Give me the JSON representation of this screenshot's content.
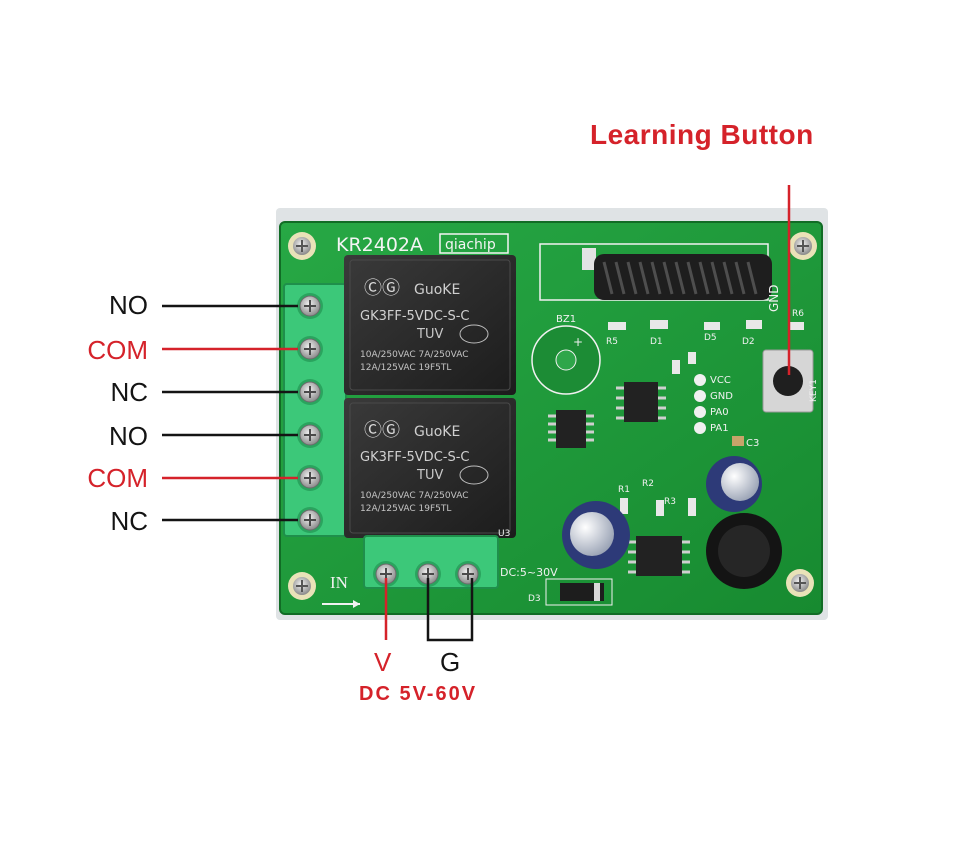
{
  "annotations": {
    "learning_button": "Learning Button",
    "terminals": [
      {
        "text": "NO",
        "color": "#141414"
      },
      {
        "text": "COM",
        "color": "#d5222a"
      },
      {
        "text": "NC",
        "color": "#141414"
      },
      {
        "text": "NO",
        "color": "#141414"
      },
      {
        "text": "COM",
        "color": "#d5222a"
      },
      {
        "text": "NC",
        "color": "#141414"
      }
    ],
    "power_v": "V",
    "power_g": "G",
    "power_range": "DC 5V-60V"
  },
  "board": {
    "model": "KR2402A",
    "brand": "qiachip",
    "in_label": "IN",
    "dc_label": "DC:5~30V",
    "pin_labels": [
      "VCC",
      "GND",
      "PA0",
      "PA1"
    ],
    "gnd_label": "GND",
    "key_label": "KEY1",
    "buzzer_label": "BZ1",
    "diode_label": "D3",
    "cap_label": "C3",
    "component_labels": [
      "R5",
      "D1",
      "R6",
      "D2",
      "R1",
      "R2",
      "R3",
      "D5",
      "U3"
    ]
  },
  "relays": [
    {
      "brand": "GuoKE",
      "model": "GK3FF-5VDC-S-C",
      "rating1": "10A/250VAC  7A/250VAC",
      "rating2": "12A/125VAC    19F5TL",
      "cert": "TUV"
    },
    {
      "brand": "GuoKE",
      "model": "GK3FF-5VDC-S-C",
      "rating1": "10A/250VAC  7A/250VAC",
      "rating2": "12A/125VAC    19F5TL",
      "cert": "TUV"
    }
  ],
  "colors": {
    "accent_red": "#d5222a",
    "pcb_green": "#1f9b3a",
    "terminal_green": "#2fbf6a",
    "relay_black": "#2a2a2a"
  }
}
